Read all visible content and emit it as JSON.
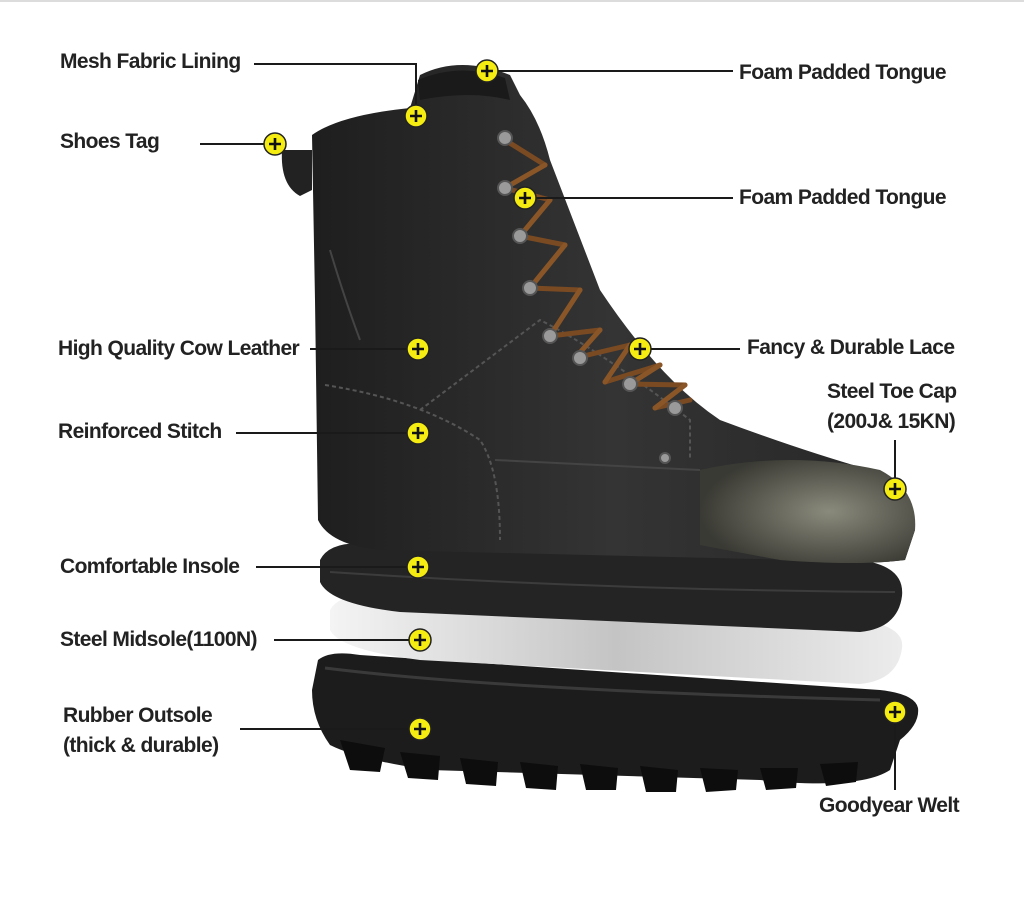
{
  "colors": {
    "hotspot_fill": "#f5ec12",
    "hotspot_ring": "#222222",
    "leader_line": "#1a1a1a",
    "leather": "#2b2b2b",
    "lace": "#7a4a22",
    "toe_cap": "#6b6b60",
    "midsole": "#d8d8d8",
    "outsole": "#1c1c1c"
  },
  "hotspot_icon": "plus-circle-icon",
  "labels": {
    "mesh_lining": "Mesh Fabric Lining",
    "shoes_tag": "Shoes Tag",
    "cow_leather": "High Quality Cow Leather",
    "reinforced_stitch": "Reinforced Stitch",
    "comfortable_insole": "Comfortable Insole",
    "steel_midsole": "Steel Midsole(1100N)",
    "rubber_outsole_line1": "Rubber Outsole",
    "rubber_outsole_line2": "(thick & durable)",
    "foam_tongue_1": "Foam Padded Tongue",
    "foam_tongue_2": "Foam Padded Tongue",
    "durable_lace": "Fancy & Durable Lace",
    "steel_toe_line1": "Steel Toe Cap",
    "steel_toe_line2": "(200J& 15KN)",
    "goodyear_welt": "Goodyear Welt"
  }
}
